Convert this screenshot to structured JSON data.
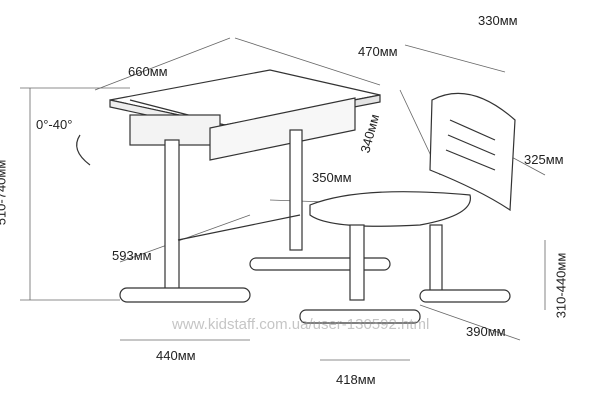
{
  "desk_dims": {
    "width": "660мм",
    "depth": "470мм",
    "tilt": "0°-40°",
    "height": "510-740мм",
    "leg_depth": "593мм",
    "base_width": "440мм"
  },
  "chair_dims": {
    "back_width": "330мм",
    "back_height": "340мм",
    "seat_depth": "325мм",
    "seat_width": "350мм",
    "seat_height": "310-440мм",
    "base_depth": "390мм",
    "base_width": "418мм"
  },
  "watermark": "www.kidstaff.com.ua/user-130592.html"
}
